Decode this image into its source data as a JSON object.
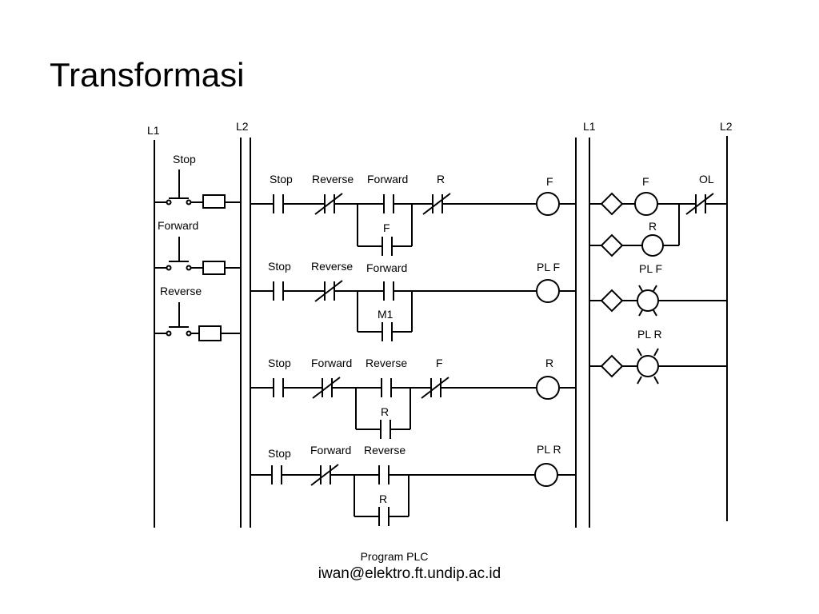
{
  "slide": {
    "title": "Transformasi",
    "footer_course": "Program PLC",
    "footer_email": "iwan@elektro.ft.undip.ac.id"
  },
  "colors": {
    "line": "#000000",
    "background": "#ffffff"
  },
  "rails": {
    "left_l1": "L1",
    "left_l2": "L2",
    "right_l1": "L1",
    "right_l2": "L2"
  },
  "inputs": [
    {
      "label": "Stop",
      "switch": "pushbutton-nc"
    },
    {
      "label": "Forward",
      "switch": "pushbutton-no"
    },
    {
      "label": "Reverse",
      "switch": "pushbutton-no"
    }
  ],
  "rungs": [
    {
      "contacts": [
        "Stop",
        "Reverse",
        "Forward",
        "R"
      ],
      "contact_types": [
        "NO",
        "NC",
        "NO",
        "NC"
      ],
      "branch_label": "F",
      "coil": "F"
    },
    {
      "contacts": [
        "Stop",
        "Reverse",
        "Forward"
      ],
      "contact_types": [
        "NO",
        "NC",
        "NO"
      ],
      "branch_label": "M1",
      "coil": "PL F"
    },
    {
      "contacts": [
        "Stop",
        "Forward",
        "Reverse",
        "F"
      ],
      "contact_types": [
        "NO",
        "NC",
        "NO",
        "NC"
      ],
      "branch_label": "R",
      "coil": "R"
    },
    {
      "contacts": [
        "Stop",
        "Forward",
        "Reverse"
      ],
      "contact_types": [
        "NO",
        "NC",
        "NO"
      ],
      "branch_label": "R",
      "coil": "PL R"
    }
  ],
  "outputs": [
    {
      "label": "F",
      "type": "motor"
    },
    {
      "label": "R",
      "type": "motor"
    },
    {
      "label": "PL F",
      "type": "lamp"
    },
    {
      "label": "PL R",
      "type": "lamp"
    }
  ],
  "overload": "OL"
}
